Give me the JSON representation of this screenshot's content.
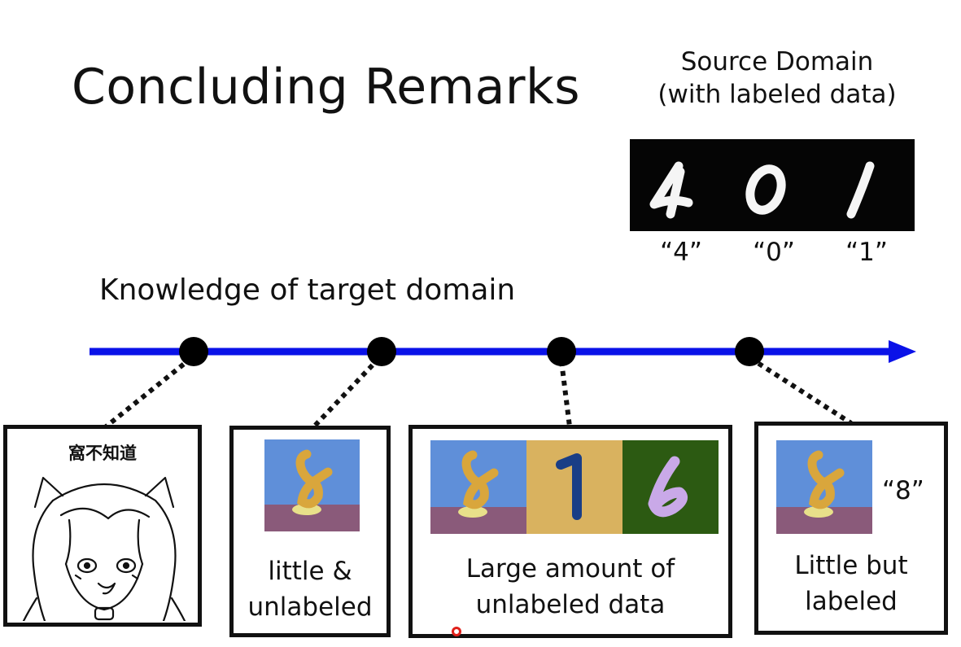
{
  "title": "Concluding Remarks",
  "source_domain": {
    "line1": "Source Domain",
    "line2": "(with labeled data)",
    "digit_labels": [
      "“4”",
      "“0”",
      "“1”"
    ]
  },
  "axis_label": "Knowledge of target domain",
  "boxes": [
    {
      "caption": "窩不知道"
    },
    {
      "line1": "little &",
      "line2": "unlabeled"
    },
    {
      "line1": "Large amount of",
      "line2": "unlabeled data"
    },
    {
      "line1": "Little but",
      "line2": "labeled",
      "label": "“8”"
    }
  ],
  "colors": {
    "axis": "#0a12e8",
    "text": "#111111",
    "tile_sky": "#5f8fd9",
    "tile_gold": "#d9b25f",
    "tile_green": "#2c5a12",
    "digit_orange": "#d9a63c",
    "digit_navy": "#1a3e86",
    "digit_lilac": "#c9a9e8"
  }
}
